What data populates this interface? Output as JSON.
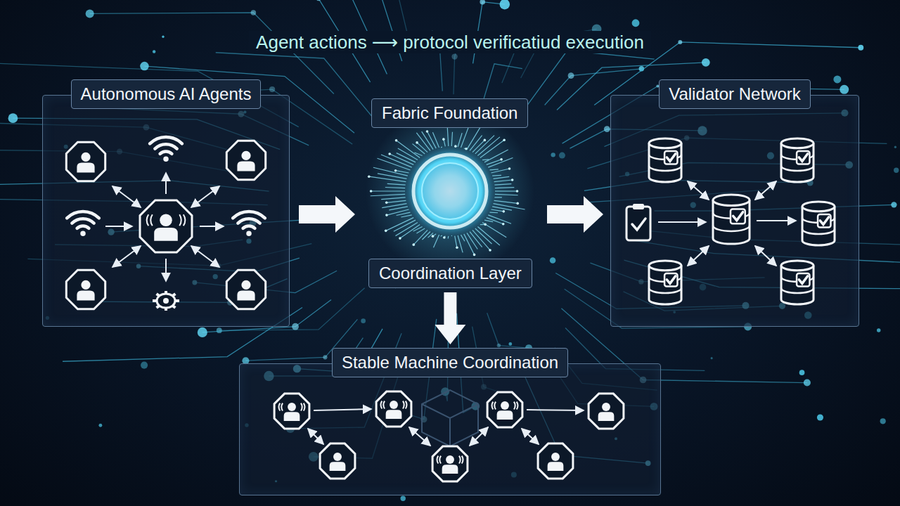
{
  "diagram": {
    "title": "Agent actions ⟶ protocol verificatiud execution",
    "nodes": [
      {
        "text": [
          "Autonomous AI Agents"
        ]
      },
      {
        "text": [
          "Fabric Foundation"
        ]
      },
      {
        "text": [
          "Coordination Layer"
        ]
      },
      {
        "text": [
          "Validator Network"
        ]
      },
      {
        "text": [
          "Stable Machine Coordination"
        ]
      }
    ],
    "edges": [
      {
        "from": 2,
        "to": 4,
        "arrow": "to"
      }
    ]
  }
}
